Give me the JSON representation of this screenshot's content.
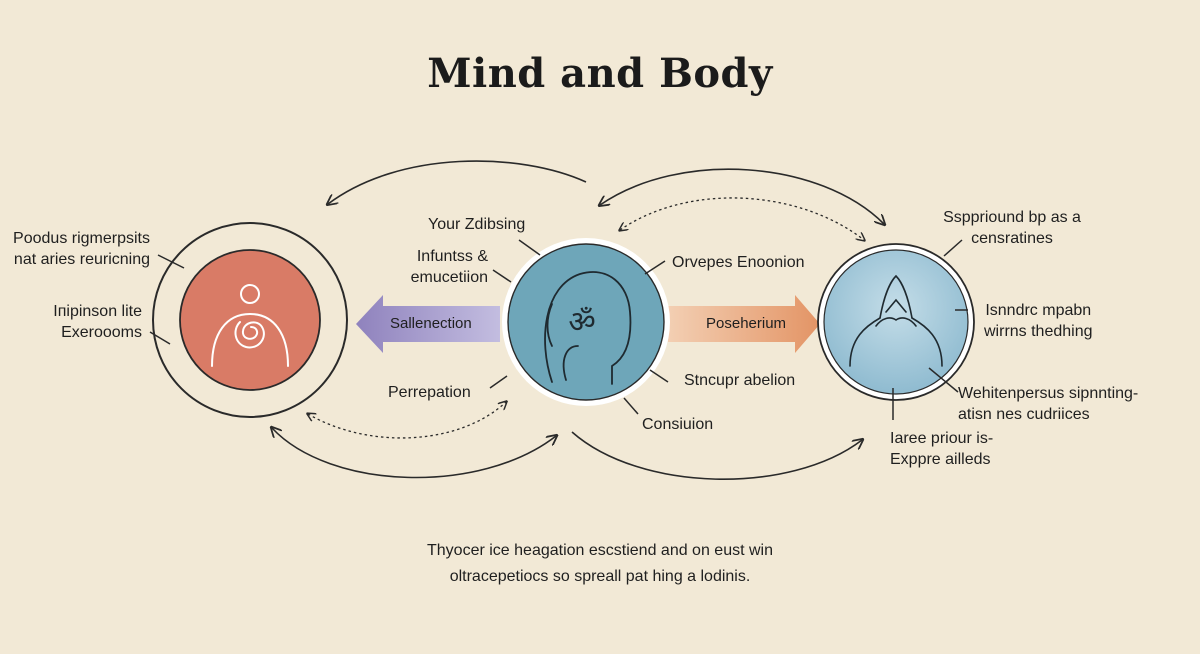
{
  "title": "Mind and Body",
  "left_labels": {
    "top_line1": "Poodus rigmerpsits",
    "top_line2": "nat aries reuricning",
    "mid_line1": "Iпipinson lite",
    "mid_line2": "Exeroooms"
  },
  "center_labels": {
    "top": "Your Zdibsing",
    "upper_left_line1": "Infuntss &",
    "upper_left_line2": "emucetiion",
    "upper_right": "Orvepes Enoonion",
    "lower_left": "Perrepation",
    "lower_right": "Stncupr abelion",
    "bottom": "Consiuion"
  },
  "right_labels": {
    "top_line1": "Ssppriound bp as a",
    "top_line2": "censratines",
    "mid_line1": "Isnndrc mpabn",
    "mid_line2": "wirrns thedhing",
    "lower_line1": "Wehitenpersus sipnnting-",
    "lower_line2": "atisn nes cudriices",
    "bottom_line1": "Iaree priour is-",
    "bottom_line2": "Expprе ailleds"
  },
  "arrows": {
    "left": "Sallenection",
    "right": "Poseherium"
  },
  "caption": {
    "line1": "Thyocer ice heagation escstiend and on eust win",
    "line2": "oltracepetiocs so spreall pat hing a lodinis."
  },
  "colors": {
    "background": "#f2e9d6",
    "left_node": "#d97b66",
    "center_node": "#6ea6b9",
    "right_node": "#a7cbdc",
    "left_arrow": "#9a8ec2",
    "right_arrow": "#e5a27a",
    "ink": "#1e1e1e"
  },
  "icons": {
    "left_node": "person-spiral-icon",
    "center_node": "head-om-icon",
    "right_node": "praying-hands-icon"
  }
}
